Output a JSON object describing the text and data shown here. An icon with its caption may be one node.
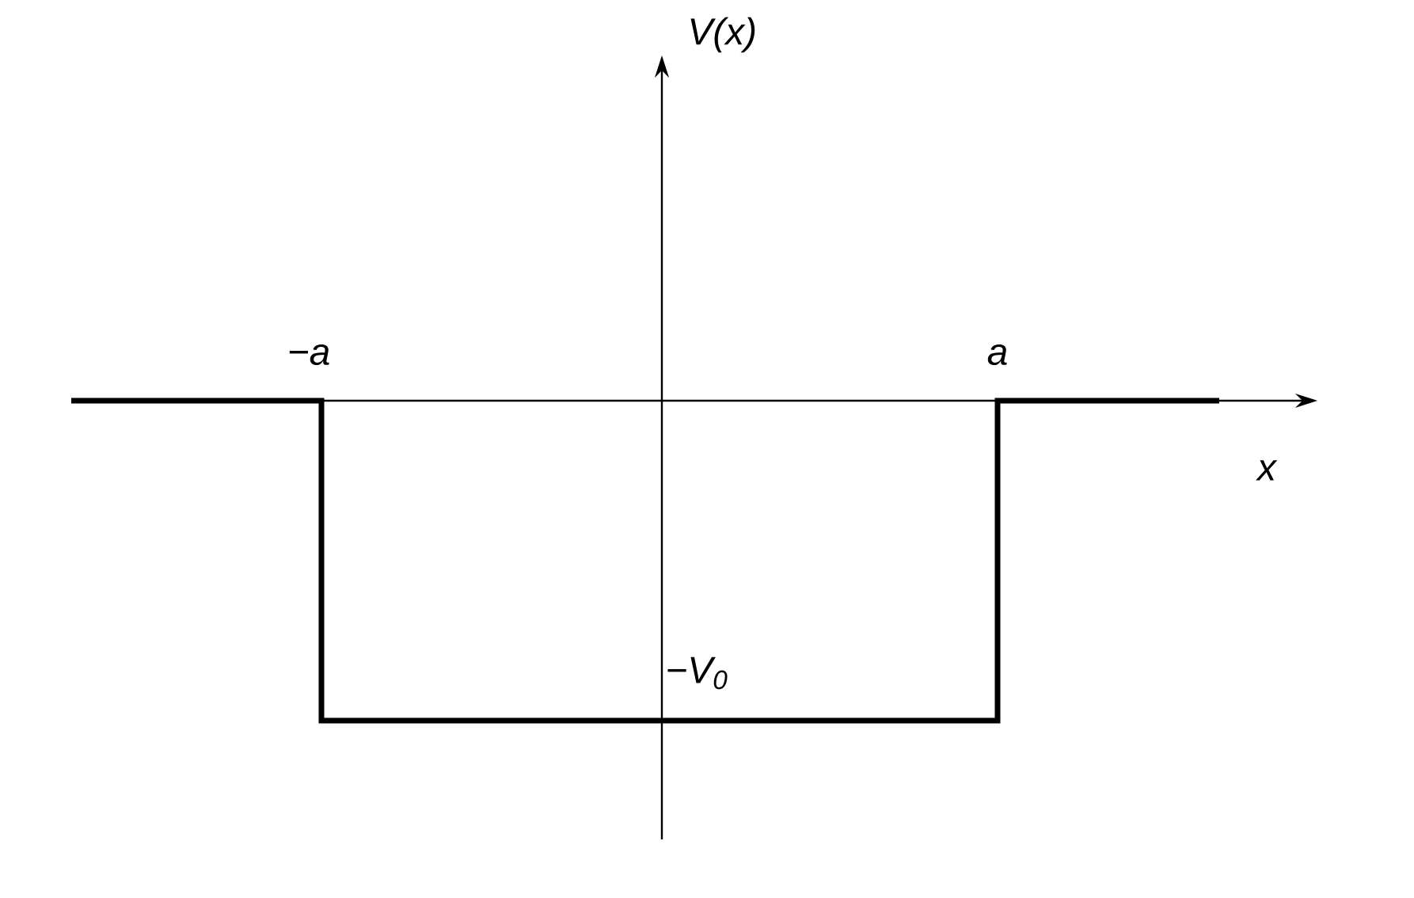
{
  "diagram": {
    "labels": [
      "V(x)",
      "−a",
      "a",
      "x",
      "−V$_{0}$"
    ]
  }
}
